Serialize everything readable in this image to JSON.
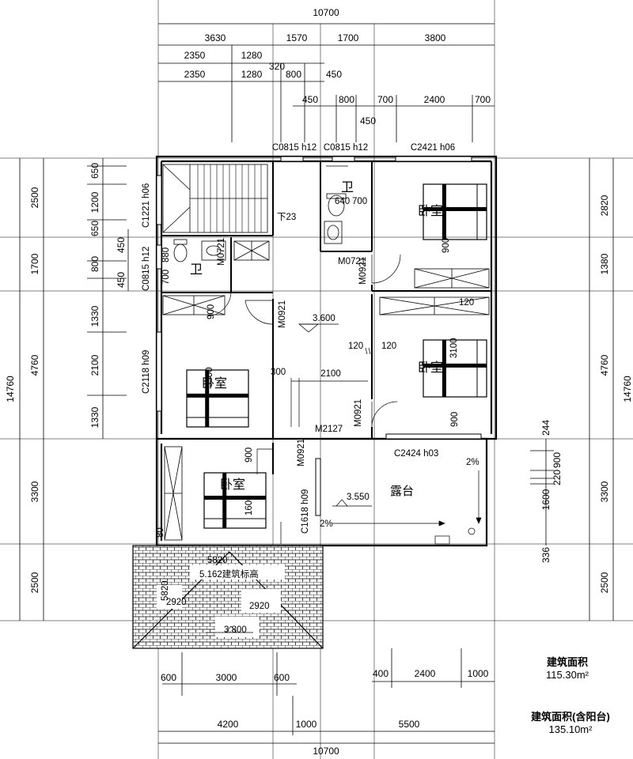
{
  "overall": {
    "top_total": "10700",
    "bottom_total": "10700",
    "left_total": "14760",
    "right_total": "14760"
  },
  "top_dims": {
    "row1": [
      "3630",
      "1570",
      "1700",
      "3800"
    ],
    "row2": [
      "2350",
      "1280",
      "320"
    ],
    "row3": [
      "2350",
      "1280",
      "800",
      "450"
    ],
    "row4": [
      "450",
      "800",
      "700",
      "2400",
      "700"
    ],
    "row5": [
      "450"
    ]
  },
  "left_dims": {
    "outer": [
      "2500",
      "1700",
      "4760",
      "3300",
      "2500"
    ],
    "inner": [
      "650",
      "1200",
      "650",
      "800",
      "450",
      "1330",
      "2100",
      "1330"
    ],
    "minor": [
      "450"
    ]
  },
  "right_dims": {
    "outer": [
      "2820",
      "1380",
      "4760",
      "3300",
      "2500"
    ],
    "inner": [
      "244",
      "900",
      "220",
      "1600",
      "336"
    ]
  },
  "bottom_dims": {
    "row1": [
      "600",
      "3000",
      "600",
      "400",
      "2400",
      "1000"
    ],
    "row2": [
      "4200",
      "1000",
      "5500"
    ]
  },
  "windows": {
    "w_top_1": "C0815 h12",
    "w_top_2": "C0815 h12",
    "w_top_3": "C2421 h06",
    "w_left_1": "C1221 h06",
    "w_left_2": "C0815 h12",
    "w_left_3": "C2118 h09",
    "w_mid_1": "C2424 h03",
    "w_mid_2": "C1618 h09"
  },
  "doors": {
    "d1": "M0721",
    "d2": "M0721",
    "d3": "M0921",
    "d4": "M0921",
    "d5": "M0921",
    "d6": "M2127",
    "d7": "M0921"
  },
  "rooms": {
    "bath_upper": "卫",
    "bath_left": "卫",
    "bedroom_ne": "卧室",
    "bedroom_e": "卧室",
    "bedroom_w": "卧室",
    "bedroom_sw": "卧室",
    "terrace": "露台"
  },
  "labels": {
    "stair_down": "下23",
    "elev_360": "3.600",
    "elev_355": "3.550",
    "elev_380": "3.800",
    "slope_1": "2%",
    "slope_2": "2%",
    "corridor_w": "2100",
    "corridor_l": "300",
    "w120_1": "120",
    "w120_2": "120",
    "w120_3": "120",
    "bath_a": "640",
    "bath_b": "700",
    "bath_c": "700",
    "bath_d": "880",
    "bed_900_1": "900",
    "bed_900_2": "900",
    "bed_900_3": "900",
    "bed_900_4": "900",
    "bed_900_5": "900",
    "bed_900_6": "900",
    "bed_3100": "3100",
    "bed_1600": "1600",
    "bed_3300": "3300",
    "roof_1": "5820",
    "roof_2": "2920",
    "roof_3": "2920",
    "roof_4": "5820",
    "roof_note": "5.162建筑标高",
    "roof_80": "80"
  },
  "stats": {
    "area_label": "建筑面积",
    "area_value": "115.30m²",
    "area_balcony_label": "建筑面积(含阳台)",
    "area_balcony_value": "135.10m²"
  }
}
